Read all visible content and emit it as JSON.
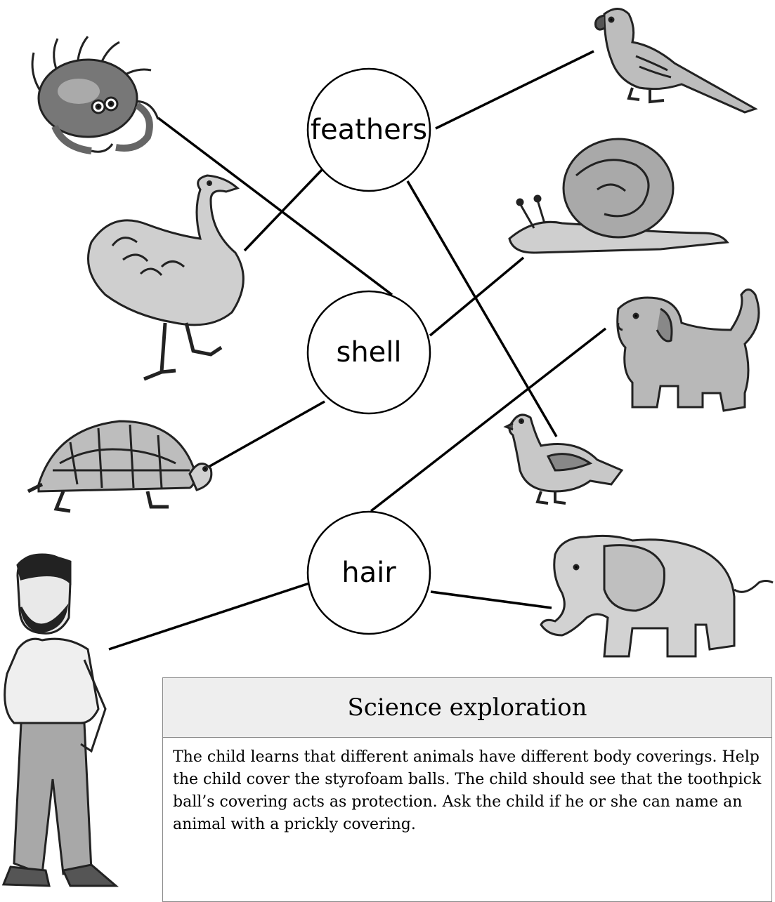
{
  "categories": [
    {
      "id": "feathers",
      "label": "feathers"
    },
    {
      "id": "shell",
      "label": "shell"
    },
    {
      "id": "hair",
      "label": "hair"
    }
  ],
  "items": [
    {
      "id": "crab",
      "icon": "crab-icon",
      "category": "shell"
    },
    {
      "id": "emu",
      "icon": "emu-icon",
      "category": "feathers"
    },
    {
      "id": "tortoise",
      "icon": "tortoise-icon",
      "category": "shell"
    },
    {
      "id": "man",
      "icon": "man-icon",
      "category": "hair"
    },
    {
      "id": "parrot",
      "icon": "parrot-icon",
      "category": "feathers"
    },
    {
      "id": "snail",
      "icon": "snail-icon",
      "category": "shell"
    },
    {
      "id": "dog",
      "icon": "dog-icon",
      "category": "hair"
    },
    {
      "id": "small-bird",
      "icon": "small-bird-icon",
      "category": "feathers"
    },
    {
      "id": "elephant",
      "icon": "elephant-icon",
      "category": "hair"
    }
  ],
  "note": {
    "title": "Science exploration",
    "body": "The child learns that different animals have different body coverings. Help the child cover the styrofoam balls. The child should see that the toothpick ball’s covering acts as protection. Ask the child if he or she can name an animal with a prickly covering."
  },
  "colors": {
    "line": "#000000",
    "fill_dark": "#555555",
    "fill_mid": "#9a9a9a",
    "fill_light": "#d6d6d6"
  }
}
